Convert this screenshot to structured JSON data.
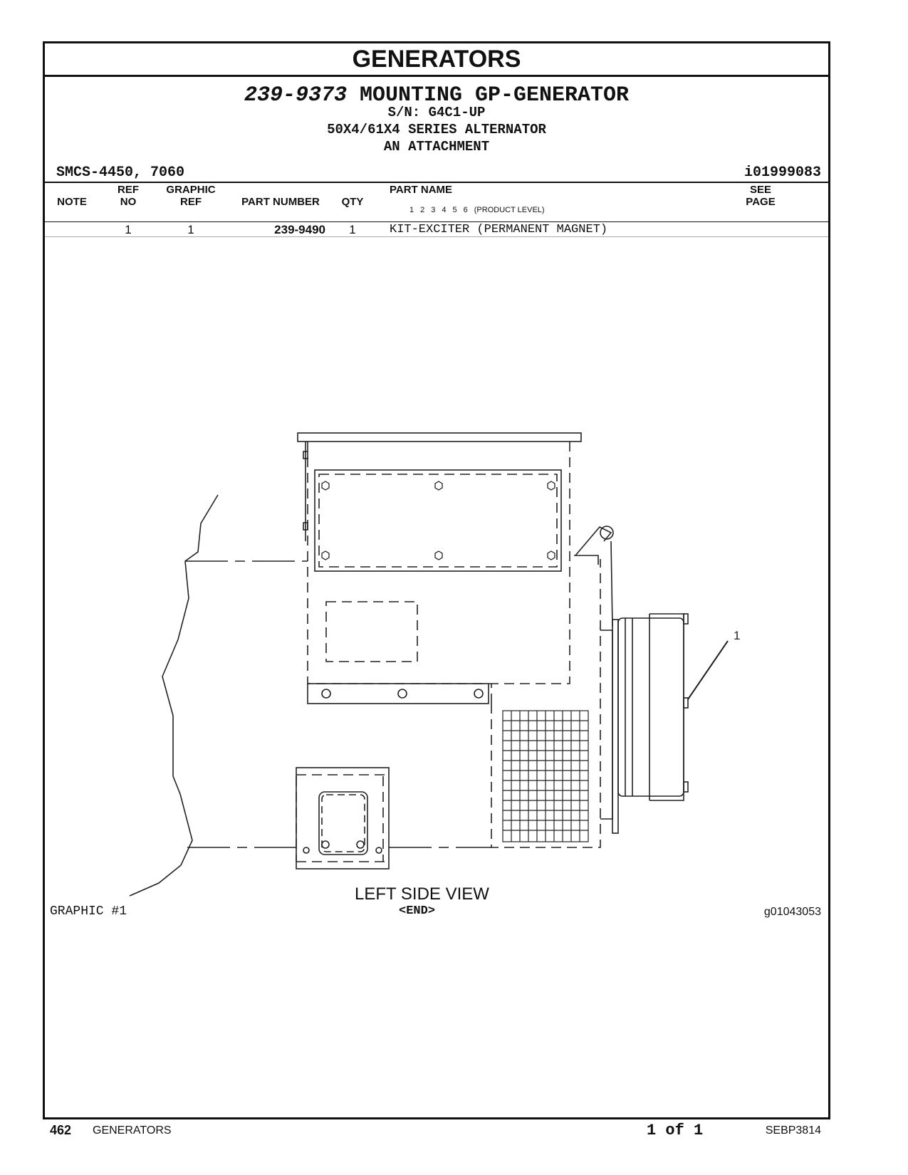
{
  "header": {
    "section_title": "GENERATORS",
    "part_number": "239-9373",
    "part_title": "MOUNTING GP-GENERATOR",
    "serial": "S/N: G4C1-UP",
    "series": "50X4/61X4 SERIES ALTERNATOR",
    "attachment": "AN ATTACHMENT",
    "smcs": "SMCS-4450, 7060",
    "ident": "i01999083"
  },
  "columns": {
    "note": "NOTE",
    "ref_top": "REF",
    "ref_bottom": "NO",
    "graphic_top": "GRAPHIC",
    "graphic_bottom": "REF",
    "part_number": "PART NUMBER",
    "qty": "QTY",
    "part_name": "PART NAME",
    "levels": [
      "1",
      "2",
      "3",
      "4",
      "5",
      "6"
    ],
    "level_note": "(PRODUCT LEVEL)",
    "see_top": "SEE",
    "see_bottom": "PAGE"
  },
  "rows": [
    {
      "ref_no": "1",
      "graphic_ref": "1",
      "part_number": "239-9490",
      "qty": "1",
      "part_name": "KIT-EXCITER (PERMANENT MAGNET)"
    }
  ],
  "graphic": {
    "callout": "1",
    "view_label": "LEFT SIDE VIEW",
    "end_label": "<END>",
    "graphic_label": "GRAPHIC #1",
    "graphic_id": "g01043053"
  },
  "footer": {
    "page_number": "462",
    "section": "GENERATORS",
    "page_of": "1 of 1",
    "doc_id": "SEBP3814"
  }
}
